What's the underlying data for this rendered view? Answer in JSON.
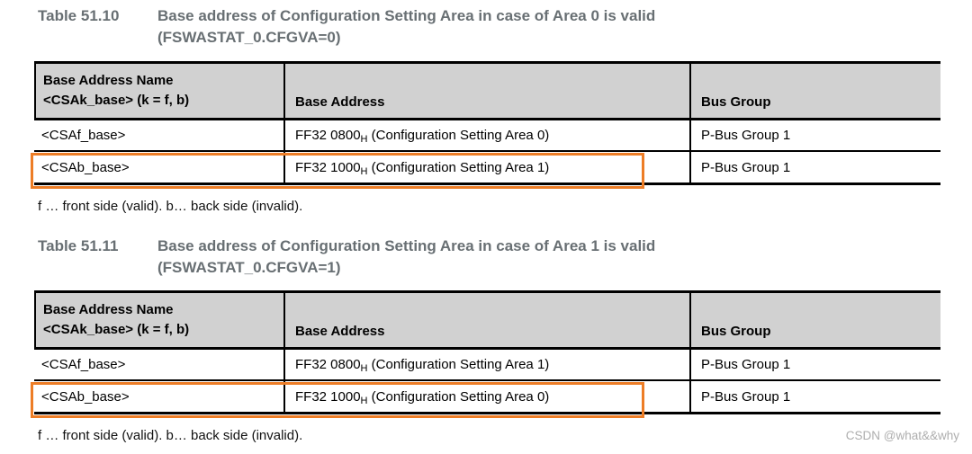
{
  "page": {
    "watermark": "CSDN @what&&why"
  },
  "colors": {
    "title_gray": "#686f73",
    "header_bg": "#d1d1d1",
    "table_border": "#000000",
    "highlight_orange": "#ed7d26",
    "watermark_gray": "#aeaeae"
  },
  "tables": [
    {
      "label": "Table 51.10",
      "title_line1": "Base address of Configuration Setting Area in case of Area 0 is valid",
      "title_line2": "(FSWASTAT_0.CFGVA=0)",
      "header": {
        "col1_line1": "Base Address Name",
        "col1_line2": "<CSAk_base> (k = f, b)",
        "col2": "Base Address",
        "col3": "Bus Group"
      },
      "rows": [
        {
          "name": "<CSAf_base>",
          "addr_hex": "FF32 0800",
          "addr_sub": "H",
          "addr_rest": " (Configuration Setting Area 0)",
          "bus": "P-Bus Group 1",
          "highlighted": false
        },
        {
          "name": "<CSAb_base>",
          "addr_hex": "FF32 1000",
          "addr_sub": "H",
          "addr_rest": " (Configuration Setting Area 1)",
          "bus": "P-Bus Group 1",
          "highlighted": true
        }
      ],
      "footnote": "f … front side (valid). b… back side (invalid)."
    },
    {
      "label": "Table 51.11",
      "title_line1": "Base address of Configuration Setting Area in case of Area 1 is valid",
      "title_line2": "(FSWASTAT_0.CFGVA=1)",
      "header": {
        "col1_line1": "Base Address Name",
        "col1_line2": "<CSAk_base> (k = f, b)",
        "col2": "Base Address",
        "col3": "Bus Group"
      },
      "rows": [
        {
          "name": "<CSAf_base>",
          "addr_hex": "FF32 0800",
          "addr_sub": "H",
          "addr_rest": " (Configuration Setting Area 1)",
          "bus": "P-Bus Group 1",
          "highlighted": false
        },
        {
          "name": "<CSAb_base>",
          "addr_hex": "FF32 1000",
          "addr_sub": "H",
          "addr_rest": " (Configuration Setting Area 0)",
          "bus": "P-Bus Group 1",
          "highlighted": true
        }
      ],
      "footnote": "f … front side (valid). b… back side (invalid)."
    }
  ]
}
